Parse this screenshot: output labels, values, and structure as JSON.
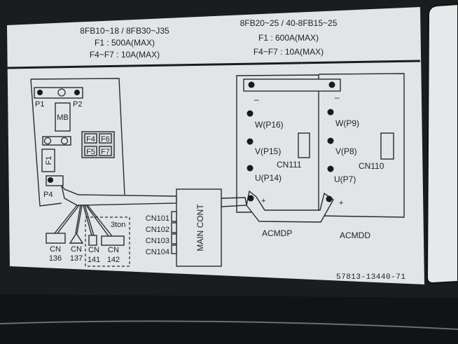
{
  "header": {
    "left": {
      "models": "8FB10~18 / 8FB30~J35",
      "f1": "F1 : 500A(MAX)",
      "f4_f7": "F4~F7 : 10A(MAX)"
    },
    "right": {
      "models": "8FB20~25 / 40-8FB15~25",
      "f1": "F1 : 600A(MAX)",
      "f4_f7": "F4~F7 : 10A(MAX)"
    }
  },
  "left_unit": {
    "p1": "P1",
    "p2": "P2",
    "mb": "MB",
    "f1": "F1",
    "p4": "P4",
    "fuses": [
      "F4",
      "F6",
      "F5",
      "F7"
    ]
  },
  "connectors": {
    "cn136": [
      "CN",
      "136"
    ],
    "cn137": [
      "CN",
      "137"
    ],
    "cn141": [
      "CN",
      "141"
    ],
    "cn142": [
      "CN",
      "142"
    ],
    "option_label": "3ton"
  },
  "main_controller": {
    "label": "MAIN CONT",
    "ports": [
      "CN101",
      "CN102",
      "CN103",
      "CN104"
    ]
  },
  "acmdp": {
    "label": "ACMDP",
    "minus": "–",
    "plus": "+",
    "terminals": [
      "W(P16)",
      "V(P15)",
      "U(P14)"
    ],
    "connector": "CN111"
  },
  "acmdd": {
    "label": "ACMDD",
    "minus": "–",
    "plus": "+",
    "terminals": [
      "W(P9)",
      "V(P8)",
      "U(P7)"
    ],
    "connector": "CN110"
  },
  "part_number": "57813-13440-71",
  "colors": {
    "label_bg": "#e2e4e6",
    "ink": "#1e1f22",
    "background": "#1b1c1e"
  }
}
